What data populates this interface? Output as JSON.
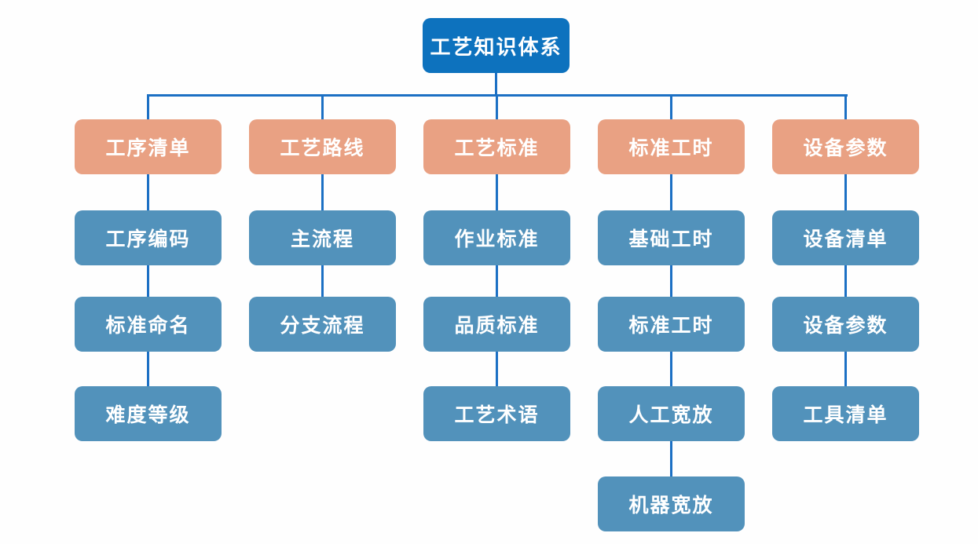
{
  "diagram": {
    "type": "org-chart-tree",
    "orientation": "top-down"
  },
  "colors": {
    "root_fill": "#0d72be",
    "branch_fill": "#e9a183",
    "child_fill": "#5292bb",
    "connector_line": "#1c70c4",
    "text": "#ffffff",
    "background": "#fefefe"
  },
  "tree": {
    "root": "工艺知识体系",
    "branches": [
      {
        "label": "工序清单",
        "children": [
          "工序编码",
          "标准命名",
          "难度等级"
        ]
      },
      {
        "label": "工艺路线",
        "children": [
          "主流程",
          "分支流程"
        ]
      },
      {
        "label": "工艺标准",
        "children": [
          "作业标准",
          "品质标准",
          "工艺术语"
        ]
      },
      {
        "label": "标准工时",
        "children": [
          "基础工时",
          "标准工时",
          "人工宽放",
          "机器宽放"
        ]
      },
      {
        "label": "设备参数",
        "children": [
          "设备清单",
          "设备参数",
          "工具清单"
        ]
      }
    ]
  }
}
